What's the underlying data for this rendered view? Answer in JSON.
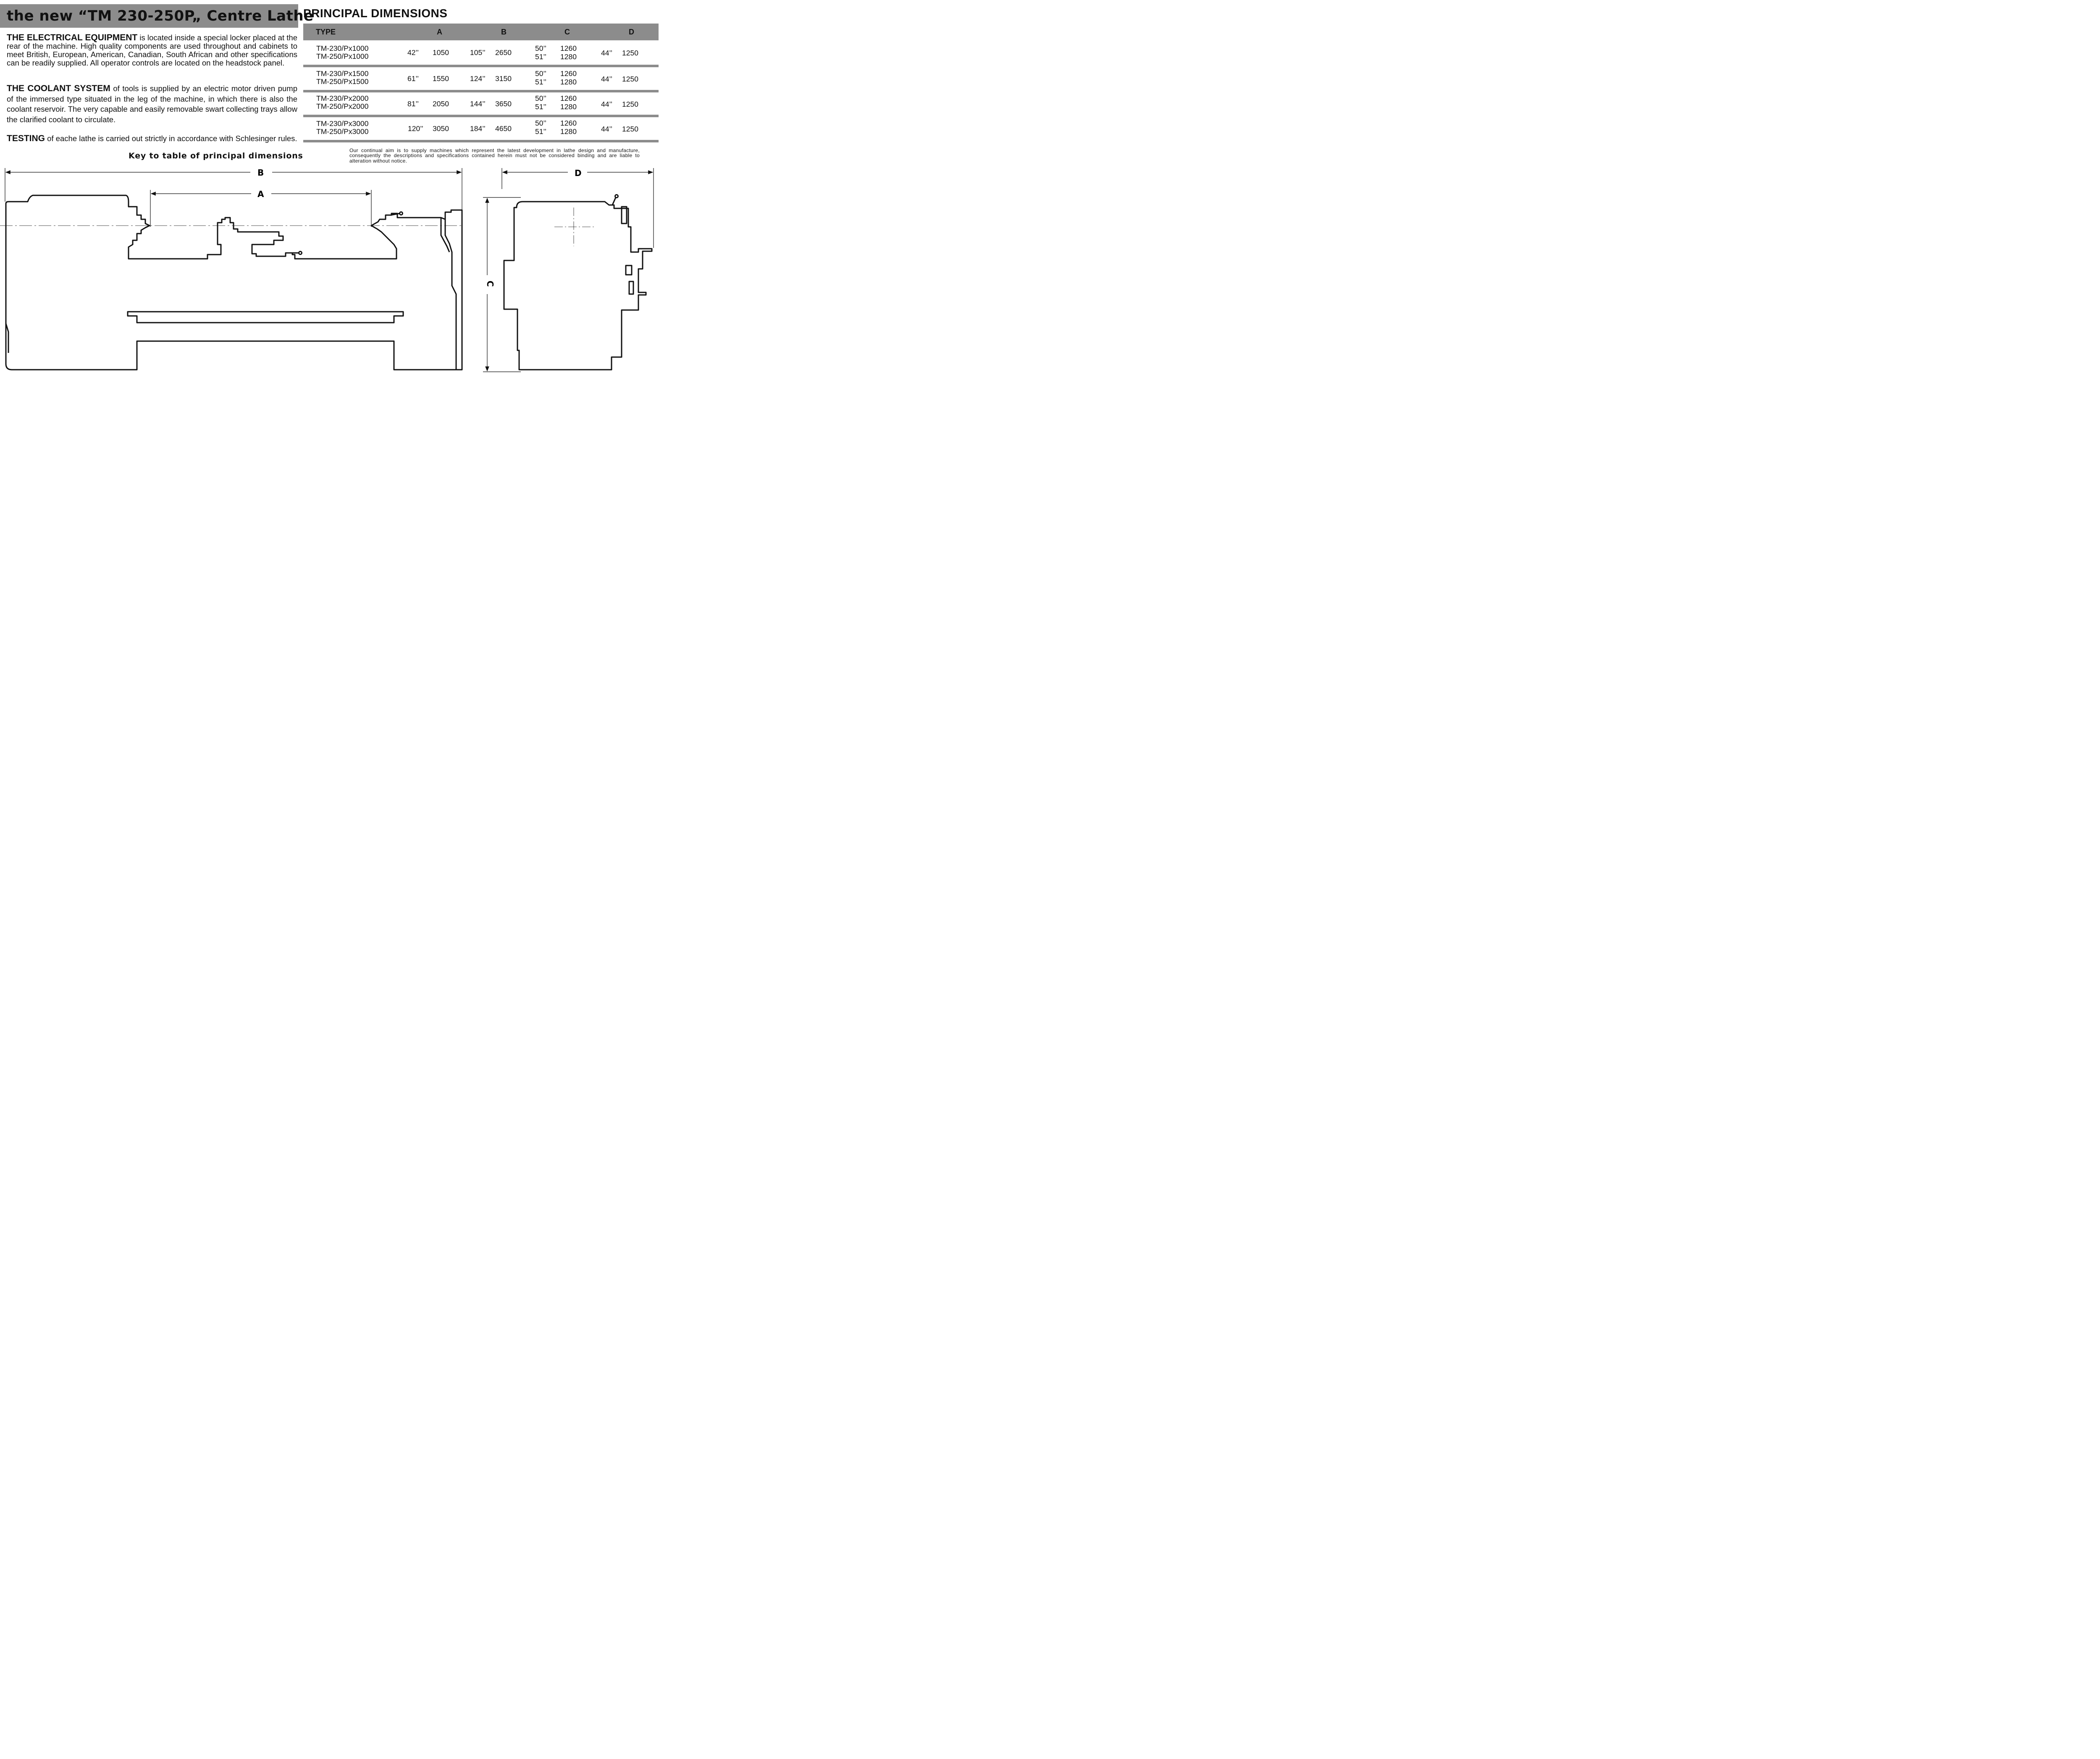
{
  "title": "the new “TM 230-250P„ Centre Lathe",
  "paragraphs": {
    "electrical": {
      "lead": "THE ELECTRICAL EQUIPMENT",
      "text": " is located inside a special locker placed at the rear of the machine. High quality components are used throughout and cabinets to meet British, European, American, Canadian, South African and other specifications can be readily supplied. All operator controls are located on the headstock panel."
    },
    "coolant": {
      "lead": "THE COOLANT SYSTEM",
      "text": " of tools is supplied by an electric motor driven pump of the immersed type situated in the leg of the machine, in which there is also the coolant reservoir. The very capable and easily removable swart collecting trays allow the clarified coolant to circulate."
    },
    "testing": {
      "lead": "TESTING",
      "text": " of eache lathe is carried out strictly in accordance with Schlesinger rules."
    }
  },
  "key_caption": "Key to table of principal dimensions",
  "dimensions": {
    "title": "PRINCIPAL DIMENSIONS",
    "headers": {
      "type": "TYPE",
      "a": "A",
      "b": "B",
      "c": "C",
      "d": "D"
    },
    "rows": [
      {
        "type1": "TM-230/Px1000",
        "type2": "TM-250/Px1000",
        "a_in": "42’’",
        "a_mm": "1050",
        "b_in": "105’’",
        "b_mm": "2650",
        "c_in1": "50’’",
        "c_in2": "51’’",
        "c_mm1": "1260",
        "c_mm2": "1280",
        "d_in": "44’’",
        "d_mm": "1250"
      },
      {
        "type1": "TM-230/Px1500",
        "type2": "TM-250/Px1500",
        "a_in": "61’’",
        "a_mm": "1550",
        "b_in": "124’’",
        "b_mm": "3150",
        "c_in1": "50’’",
        "c_in2": "51’’",
        "c_mm1": "1260",
        "c_mm2": "1280",
        "d_in": "44’’",
        "d_mm": "1250"
      },
      {
        "type1": "TM-230/Px2000",
        "type2": "TM-250/Px2000",
        "a_in": "81’’",
        "a_mm": "2050",
        "b_in": "144’’",
        "b_mm": "3650",
        "c_in1": "50’’",
        "c_in2": "51’’",
        "c_mm1": "1260",
        "c_mm2": "1280",
        "d_in": "44’’",
        "d_mm": "1250"
      },
      {
        "type1": "TM-230/Px3000",
        "type2": "TM-250/Px3000",
        "a_in": "120’’",
        "a_mm": "3050",
        "b_in": "184’’",
        "b_mm": "4650",
        "c_in1": "50’’",
        "c_in2": "51’’",
        "c_mm1": "1260",
        "c_mm2": "1280",
        "d_in": "44’’",
        "d_mm": "1250"
      }
    ]
  },
  "notice": "Our continual aim is to supply machines which represent the latest development in lathe design and manufacture, consequently the descriptions and specifications contained herein must not be considered binding and are liable to alteration without notice.",
  "drawing_labels": {
    "a": "A",
    "b": "B",
    "c": "C",
    "d": "D"
  }
}
